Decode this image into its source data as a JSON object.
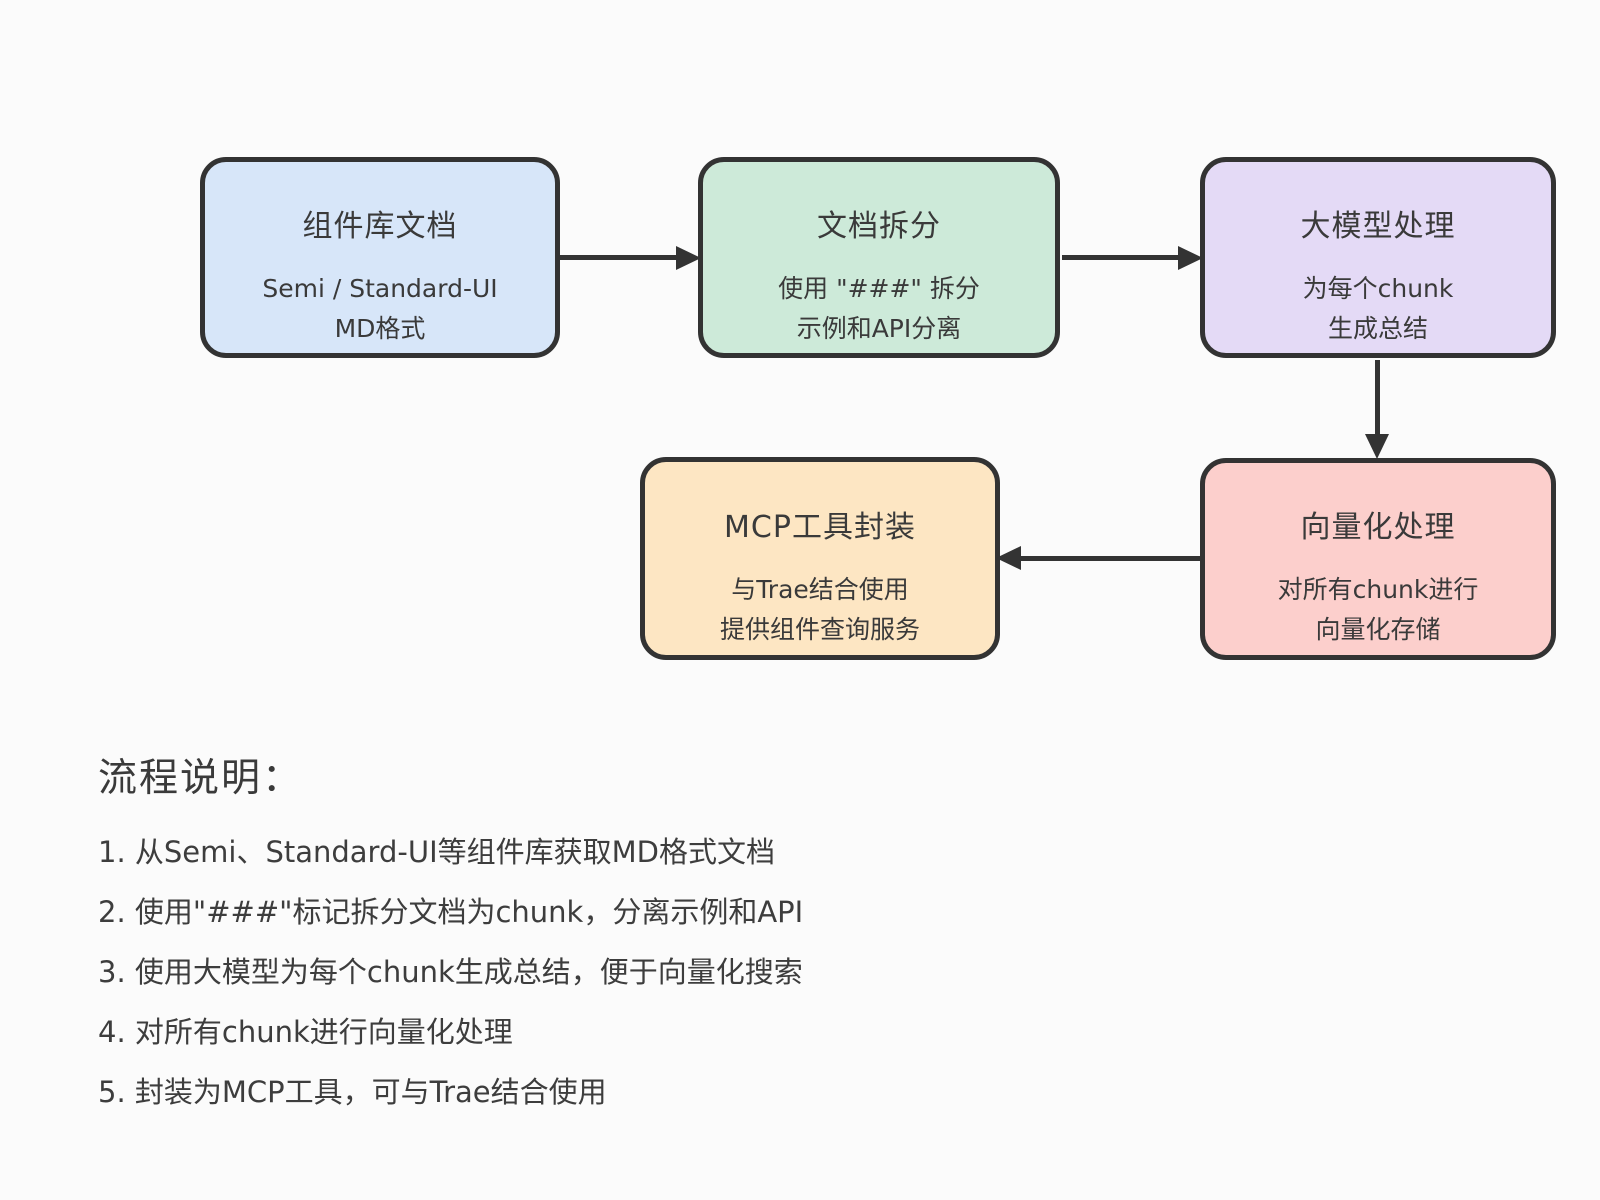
{
  "canvas": {
    "background": "#fbfbfb",
    "stroke_color": "#333333",
    "text_color": "#3a3a3a"
  },
  "flowchart": {
    "boxes": [
      {
        "id": "component-docs",
        "title": "组件库文档",
        "lines": [
          "Semi / Standard-UI",
          "MD格式"
        ],
        "fill": "#d7e6f9"
      },
      {
        "id": "doc-split",
        "title": "文档拆分",
        "lines": [
          "使用 \"###\" 拆分",
          "示例和API分离"
        ],
        "fill": "#cdead9"
      },
      {
        "id": "llm-process",
        "title": "大模型处理",
        "lines": [
          "为每个chunk",
          "生成总结"
        ],
        "fill": "#e4daf6"
      },
      {
        "id": "vectorize",
        "title": "向量化处理",
        "lines": [
          "对所有chunk进行",
          "向量化存储"
        ],
        "fill": "#fccfcc"
      },
      {
        "id": "mcp-tool",
        "title": "MCP工具封装",
        "lines": [
          "与Trae结合使用",
          "提供组件查询服务"
        ],
        "fill": "#fde6c3"
      }
    ],
    "edges": [
      {
        "from": "component-docs",
        "to": "doc-split",
        "direction": "right"
      },
      {
        "from": "doc-split",
        "to": "llm-process",
        "direction": "right"
      },
      {
        "from": "llm-process",
        "to": "vectorize",
        "direction": "down"
      },
      {
        "from": "vectorize",
        "to": "mcp-tool",
        "direction": "left"
      }
    ]
  },
  "notes": {
    "heading": "流程说明：",
    "items": [
      "1. 从Semi、Standard-UI等组件库获取MD格式文档",
      "2. 使用\"###\"标记拆分文档为chunk，分离示例和API",
      "3. 使用大模型为每个chunk生成总结，便于向量化搜索",
      "4. 对所有chunk进行向量化处理",
      "5. 封装为MCP工具，可与Trae结合使用"
    ]
  }
}
